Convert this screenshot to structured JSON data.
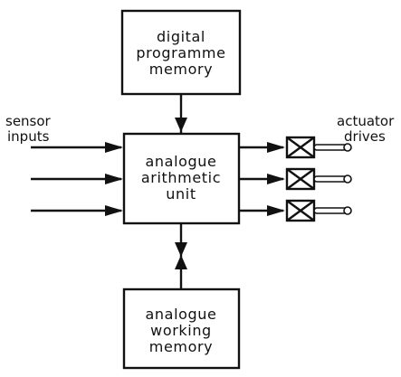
{
  "blocks": {
    "program_memory": [
      "digital",
      "programme",
      "memory"
    ],
    "arith_unit": [
      "analogue",
      "arithmetic",
      "unit"
    ],
    "working_memory": [
      "analogue",
      "working",
      "memory"
    ]
  },
  "labels": {
    "sensor_inputs": [
      "sensor",
      "inputs"
    ],
    "actuator_drives": [
      "actuator",
      "drives"
    ]
  },
  "colors": {
    "stroke": "#111111",
    "background": "#ffffff"
  }
}
